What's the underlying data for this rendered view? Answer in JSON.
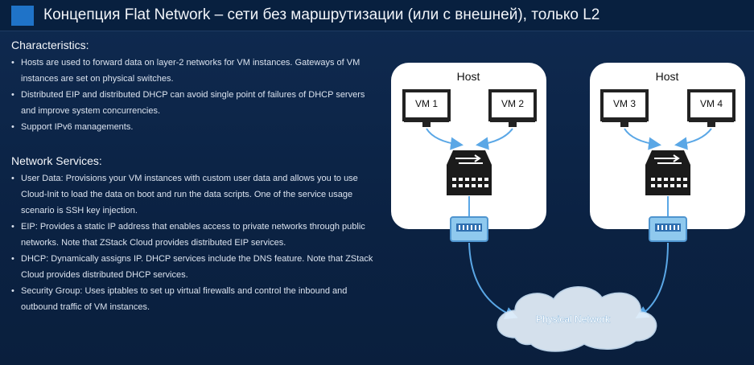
{
  "title": "Концепция Flat Network – сети без маршрутизации (или с внешней), только L2",
  "sections": [
    {
      "heading": "Characteristics:",
      "items": [
        "Hosts are used to forward data on layer-2 networks for VM instances. Gateways of VM instances are set on physical switches.",
        "Distributed EIP and distributed DHCP can avoid single point of failures of DHCP servers and improve system concurrencies.",
        "Support IPv6 managements."
      ]
    },
    {
      "heading": "Network Services:",
      "items": [
        "User Data: Provisions your VM instances with custom user data and allows you to use Cloud-Init to load the data on boot and run the data scripts. One of the service usage scenario is SSH key injection.",
        "EIP: Provides a static IP address that enables access to private networks through public networks. Note that ZStack Cloud provides distributed EIP services.",
        "DHCP: Dynamically assigns IP. DHCP services include the DNS feature. Note that ZStack Cloud provides distributed DHCP services.",
        "Security Group: Uses iptables to set up virtual firewalls and control the inbound and outbound traffic of VM instances."
      ]
    }
  ],
  "diagram": {
    "hosts": [
      {
        "label": "Host",
        "vms": [
          "VM 1",
          "VM 2"
        ]
      },
      {
        "label": "Host",
        "vms": [
          "VM 3",
          "VM 4"
        ]
      }
    ],
    "network_label": "Physical Network"
  },
  "colors": {
    "background": "#0d2446",
    "host_box": "#ffffff",
    "connector": "#5aa7e6",
    "cloud": "#e6f1fb"
  }
}
